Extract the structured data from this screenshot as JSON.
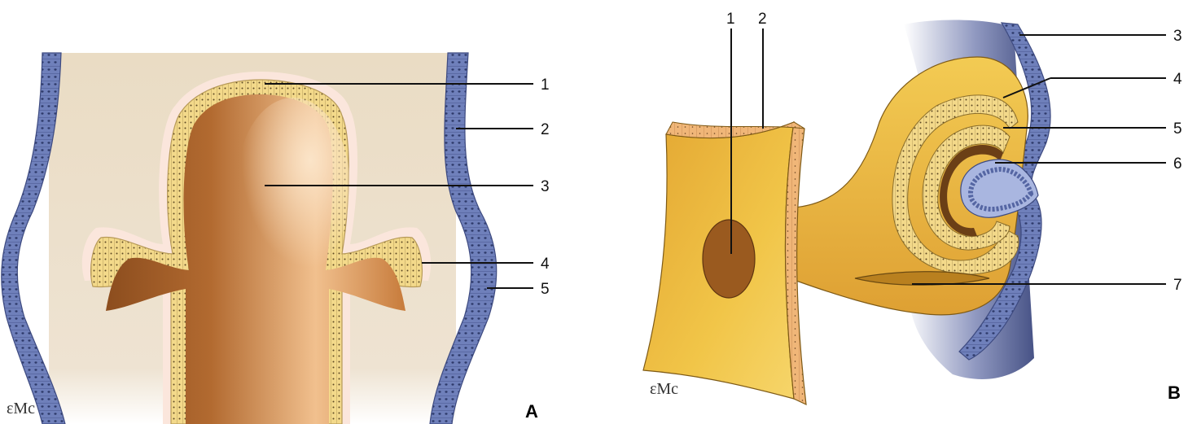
{
  "panel_a": {
    "letter": "A",
    "watermark": "EMC",
    "labels": [
      "1",
      "2",
      "3",
      "4",
      "5"
    ]
  },
  "panel_b": {
    "letter": "B",
    "watermark": "EMC",
    "labels": [
      "1",
      "2",
      "3",
      "4",
      "5",
      "6",
      "7"
    ]
  },
  "colors": {
    "epithelium_blue": "#6a7bb4",
    "background_tan": "#e9dcc6",
    "lumen_brown": "#a8622c",
    "cell_yellow": "#f4dc8c",
    "mesenchyme_gold": "#eab53b",
    "halo_pink": "#fbe6dc"
  }
}
